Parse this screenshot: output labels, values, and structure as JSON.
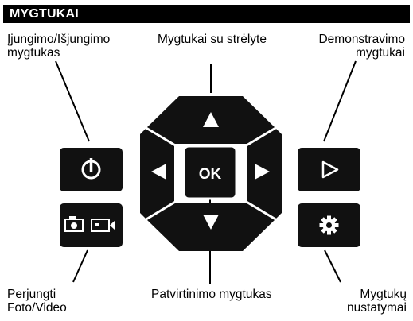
{
  "header": {
    "title": "MYGTUKAI"
  },
  "labels": {
    "power": [
      "Įjungimo/Išjungimo",
      "mygtukas"
    ],
    "arrows": "Mygtukai su strėlyte",
    "playback": [
      "Demonstravimo",
      "mygtukai"
    ],
    "photo_video": [
      "Perjungti",
      "Foto/Video"
    ],
    "confirm": "Patvirtinimo mygtukas",
    "settings": [
      "Mygtukų",
      "nustatymai"
    ]
  },
  "dpad": {
    "ok_label": "OK"
  },
  "icons": {
    "power": "power-icon",
    "play": "play-outline-icon",
    "camera": "camera-icon",
    "video": "video-camera-icon",
    "settings": "gear-icon",
    "up": "arrow-up-icon",
    "down": "arrow-down-icon",
    "left": "arrow-left-icon",
    "right": "arrow-right-icon"
  },
  "colors": {
    "button": "#111111",
    "header": "#000000",
    "glyph": "#ffffff"
  }
}
